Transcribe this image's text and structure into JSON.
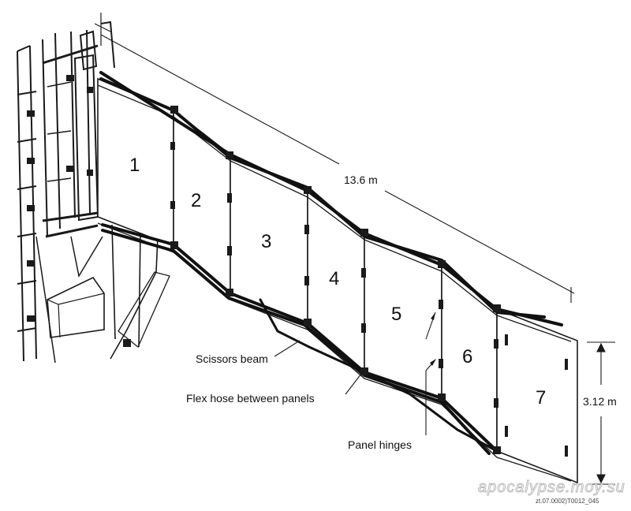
{
  "diagram": {
    "panel_numbers": [
      "1",
      "2",
      "3",
      "4",
      "5",
      "6",
      "7"
    ],
    "dimensions": {
      "length": "13.6 m",
      "height": "3.12 m"
    },
    "callouts": {
      "scissors_beam": "Scissors beam",
      "flex_hose": "Flex hose between panels",
      "panel_hinges": "Panel hinges"
    },
    "figure_code": "zt.07.0002)T0012_045",
    "watermark": "apocalypse.moy.su"
  }
}
